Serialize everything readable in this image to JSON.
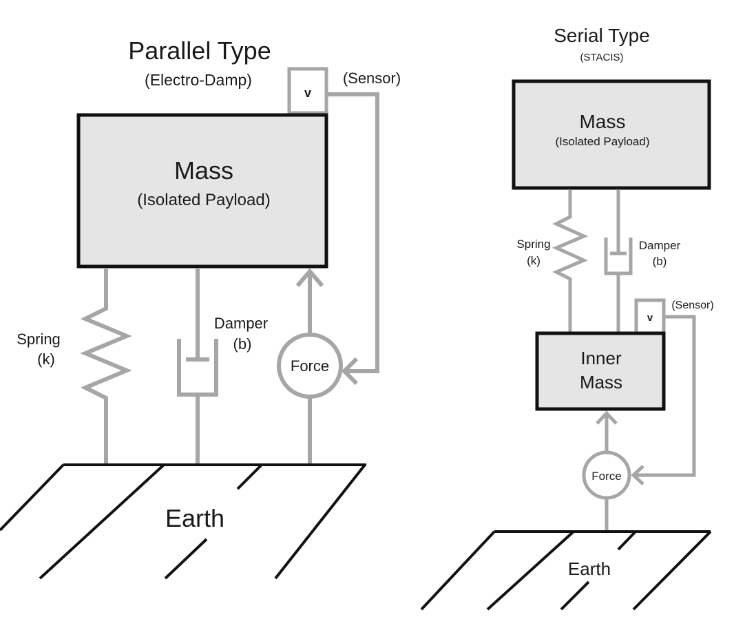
{
  "parallel": {
    "title": "Parallel Type",
    "subtitle": "(Electro-Damp)",
    "mass_label": "Mass",
    "mass_sublabel": "(Isolated Payload)",
    "sensor_symbol": "v",
    "sensor_label": "(Sensor)",
    "spring_label": "Spring",
    "spring_symbol": "(k)",
    "damper_label": "Damper",
    "damper_symbol": "(b)",
    "force_label": "Force",
    "earth_label": "Earth"
  },
  "serial": {
    "title": "Serial Type",
    "subtitle": "(STACIS)",
    "mass_label": "Mass",
    "mass_sublabel": "(Isolated Payload)",
    "spring_label": "Spring",
    "spring_symbol": "(k)",
    "damper_label": "Damper",
    "damper_symbol": "(b)",
    "sensor_symbol": "v",
    "sensor_label": "(Sensor)",
    "inner_mass_line1": "Inner",
    "inner_mass_line2": "Mass",
    "force_label": "Force",
    "earth_label": "Earth"
  },
  "colors": {
    "mass_fill": "#e5e5e5",
    "wire": "#a6a6a6",
    "outline": "#111111"
  }
}
